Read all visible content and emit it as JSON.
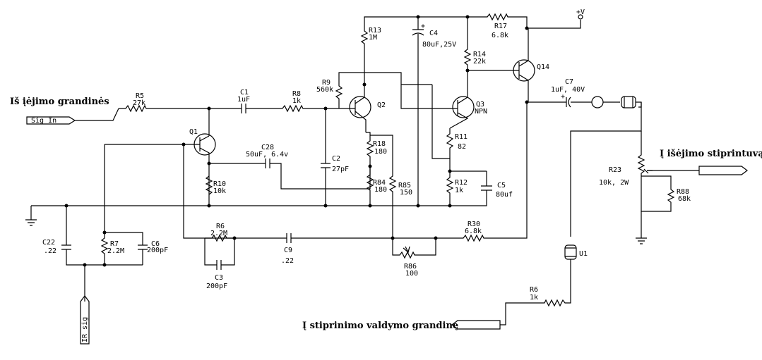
{
  "labels": {
    "input_title": "Iš įėjimo grandinės",
    "output_title": "Į išėjimo stiprintuvą",
    "control_title": "Į stiprinimo valdymo grandinę",
    "sig_in": "Sig In",
    "ir_sig": "IR sig",
    "vplus": "+V"
  },
  "components": {
    "R5": {
      "name": "R5",
      "value": "27k"
    },
    "C1": {
      "name": "C1",
      "value": "1uF"
    },
    "R8": {
      "name": "R8",
      "value": "1k"
    },
    "R9": {
      "name": "R9",
      "value": "560k"
    },
    "R13": {
      "name": "R13",
      "value": "1M"
    },
    "C4": {
      "name": "C4",
      "value": "80uF,25V"
    },
    "R17": {
      "name": "R17",
      "value": "6.8k"
    },
    "R14": {
      "name": "R14",
      "value": "22k"
    },
    "Q14": {
      "name": "Q14"
    },
    "Q1": {
      "name": "Q1"
    },
    "Q2": {
      "name": "Q2"
    },
    "Q3": {
      "name": "Q3",
      "value": "NPN"
    },
    "C7": {
      "name": "C7",
      "value": "1uF, 40V"
    },
    "C28": {
      "name": "C28",
      "value": "50uF, 6.4v"
    },
    "C2": {
      "name": "C2",
      "value": "27pF"
    },
    "R18": {
      "name": "R18",
      "value": "180"
    },
    "R84": {
      "name": "R84",
      "value": "180"
    },
    "R85": {
      "name": "R85",
      "value": "150"
    },
    "R11": {
      "name": "R11",
      "value": "82"
    },
    "R12": {
      "name": "R12",
      "value": "1k"
    },
    "C5": {
      "name": "C5",
      "value": "80uf"
    },
    "R10": {
      "name": "R10",
      "value": "10k"
    },
    "R23": {
      "name": "R23",
      "value": "10k, 2W"
    },
    "R88": {
      "name": "R88",
      "value": "68k"
    },
    "C22": {
      "name": "C22",
      "value": ".22"
    },
    "R7": {
      "name": "R7",
      "value": "2.2M"
    },
    "C6": {
      "name": "C6",
      "value": "200pF"
    },
    "R6a": {
      "name": "R6",
      "value": "2.2M"
    },
    "C3": {
      "name": "C3",
      "value": "200pF"
    },
    "C9": {
      "name": "C9",
      "value": ".22"
    },
    "R30": {
      "name": "R30",
      "value": "6.8k"
    },
    "R86": {
      "name": "R86",
      "value": "100"
    },
    "U1": {
      "name": "U1"
    },
    "R6b": {
      "name": "R6",
      "value": "1k"
    }
  }
}
